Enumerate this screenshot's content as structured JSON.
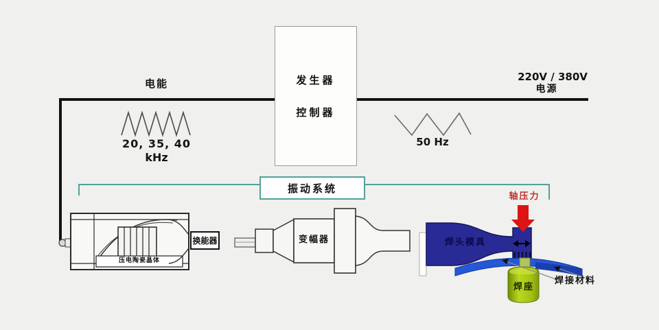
{
  "colors": {
    "background": "#f0f0ee",
    "power_line": "#121212",
    "bracket_teal": "#53a09a",
    "horn_blue": "#2a2a96",
    "material_blue": "#2458d8",
    "anvil_green": "#a9c813",
    "pressure_red": "#dd1414"
  },
  "power": {
    "energy_label": "电能",
    "voltage": "220V / 380V",
    "source_label": "电源"
  },
  "waveforms": {
    "left": {
      "frequencies": "20, 35, 40",
      "unit": "kHz"
    },
    "right": {
      "frequency": "50 Hz"
    }
  },
  "generator": {
    "line1": "发生器",
    "line2": "控制器"
  },
  "vibration_system": {
    "label": "振动系统"
  },
  "transducer": {
    "label": "换能器",
    "crystal_label": "压电陶瓷晶体"
  },
  "booster": {
    "label": "变幅器"
  },
  "horn": {
    "label": "焊头模具"
  },
  "pressure": {
    "label": "轴压力"
  },
  "anvil": {
    "label": "焊座"
  },
  "material": {
    "label": "焊接材料"
  }
}
